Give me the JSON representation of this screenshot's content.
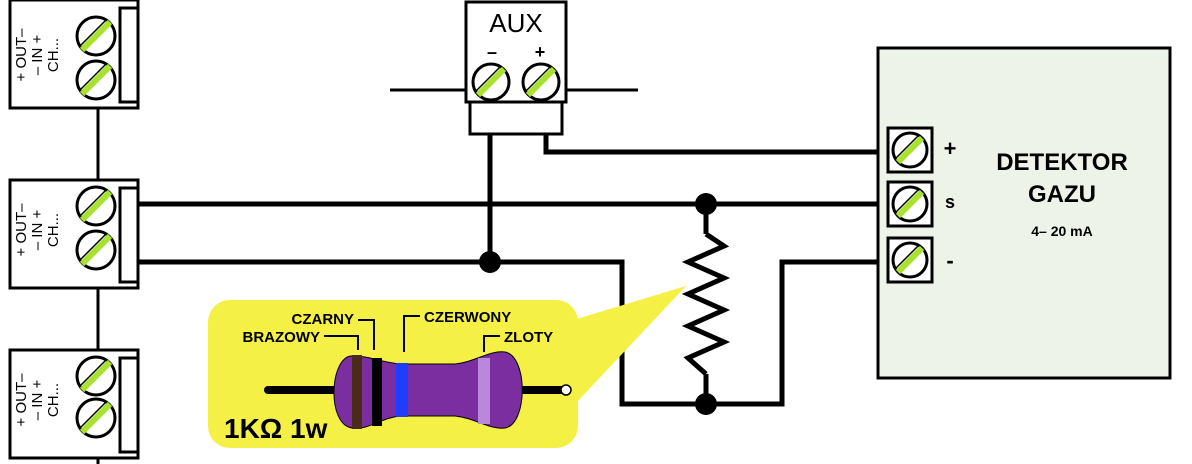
{
  "colors": {
    "wire": "#000000",
    "terminal_fill": "#ffffff",
    "screw_green": "#a6e22e",
    "panel_fill": "#eef3ea",
    "callout_yellow": "#f5f046",
    "resistor_body": "#7a2ea0",
    "band_black": "#000000",
    "band_brown": "#4a2a1a",
    "band_red": "#1f3cff",
    "band_gold": "#b989d9"
  },
  "aux": {
    "title": "AUX",
    "minus": "–",
    "plus": "+"
  },
  "zones": {
    "terminal_label_out": "+ OUT–",
    "terminal_label_in": "– IN +",
    "terminal_label_ch": "CH..."
  },
  "detector": {
    "title_line1": "DETEKTOR",
    "title_line2": "GAZU",
    "range": "4– 20 mA",
    "term_plus": "+",
    "term_s": "s",
    "term_minus": "-"
  },
  "resistor": {
    "band1": "CZARNY",
    "band2": "BRAZOWY",
    "band3": "CZERWONY",
    "band4": "ZLOTY",
    "value": "1KΩ 1w"
  }
}
